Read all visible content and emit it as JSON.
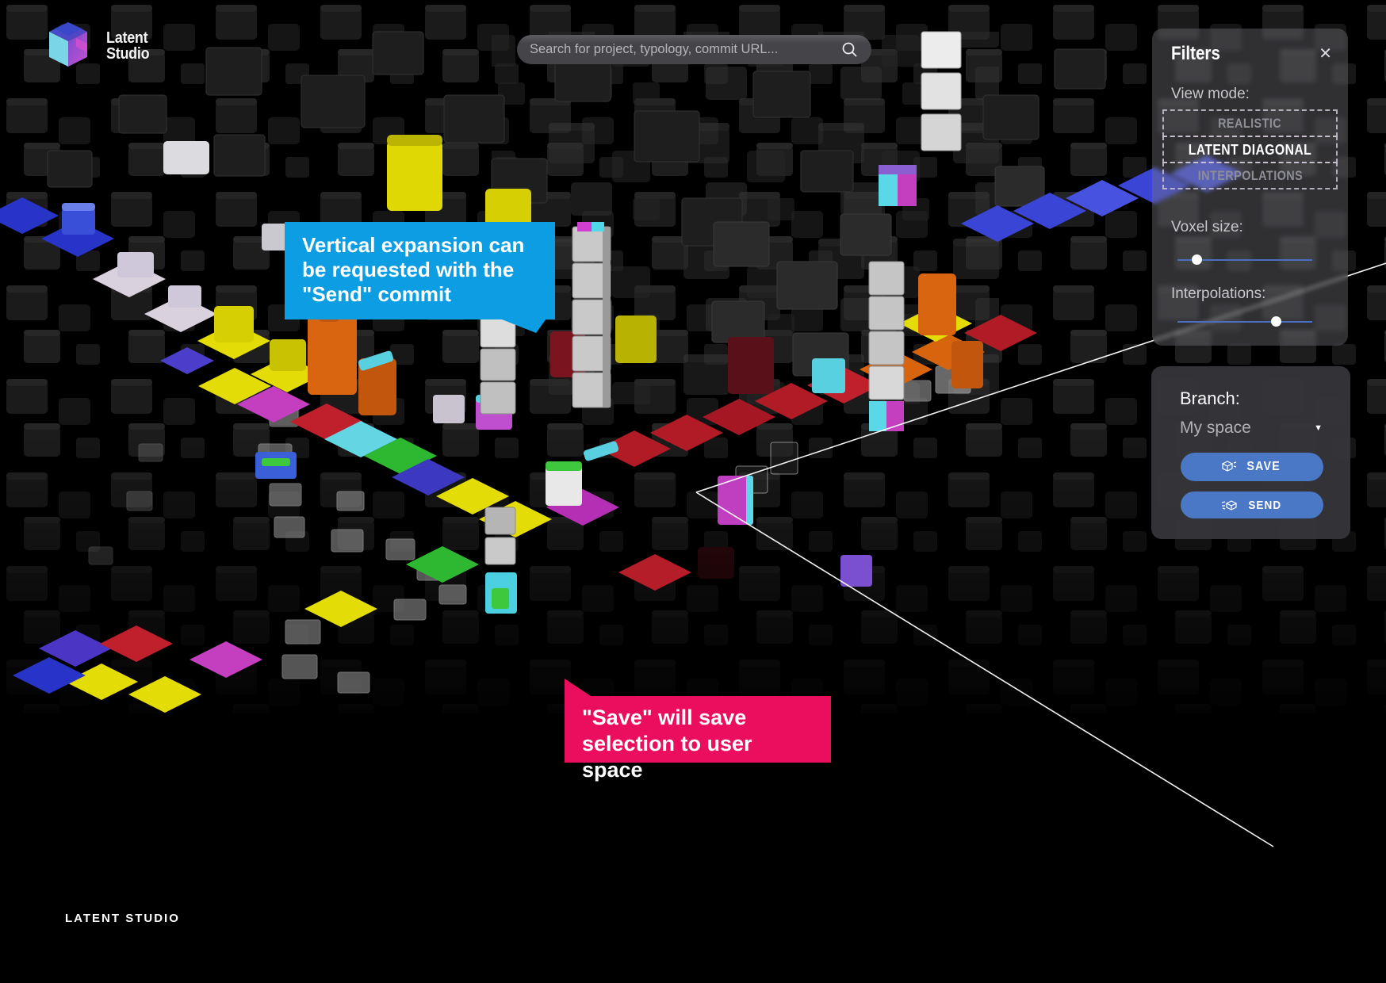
{
  "app": {
    "logo_line1": "Latent",
    "logo_line2": "Studio",
    "footer_brand": "LATENT STUDIO"
  },
  "search": {
    "placeholder": "Search for project, typology, commit URL...",
    "value": ""
  },
  "filters": {
    "title": "Filters",
    "close_icon": "✕",
    "view_mode_label": "View mode:",
    "modes": [
      {
        "label": "REALISTIC",
        "selected": false
      },
      {
        "label": "LATENT DIAGONAL",
        "selected": true
      },
      {
        "label": "INTERPOLATIONS",
        "selected": false
      }
    ],
    "voxel_size_label": "Voxel size:",
    "voxel_size_percent": 14,
    "interpolations_label": "Interpolations:",
    "interpolations_percent": 73
  },
  "branch": {
    "label": "Branch:",
    "selected_value": "My space",
    "caret_icon": "▼",
    "save_label": "SAVE",
    "send_label": "SEND"
  },
  "callouts": {
    "send_hint": "Vertical expansion can be requested with the \"Send\" commit",
    "save_hint": "\"Save\" will save selection to user space"
  },
  "colors": {
    "callout_send_bg": "#0d9de2",
    "callout_save_bg": "#ec0e5e",
    "button_blue": "#4a78c6",
    "slider_blue": "#4a6fc0",
    "panel_gray": "rgba(120,120,128,0.40)"
  }
}
